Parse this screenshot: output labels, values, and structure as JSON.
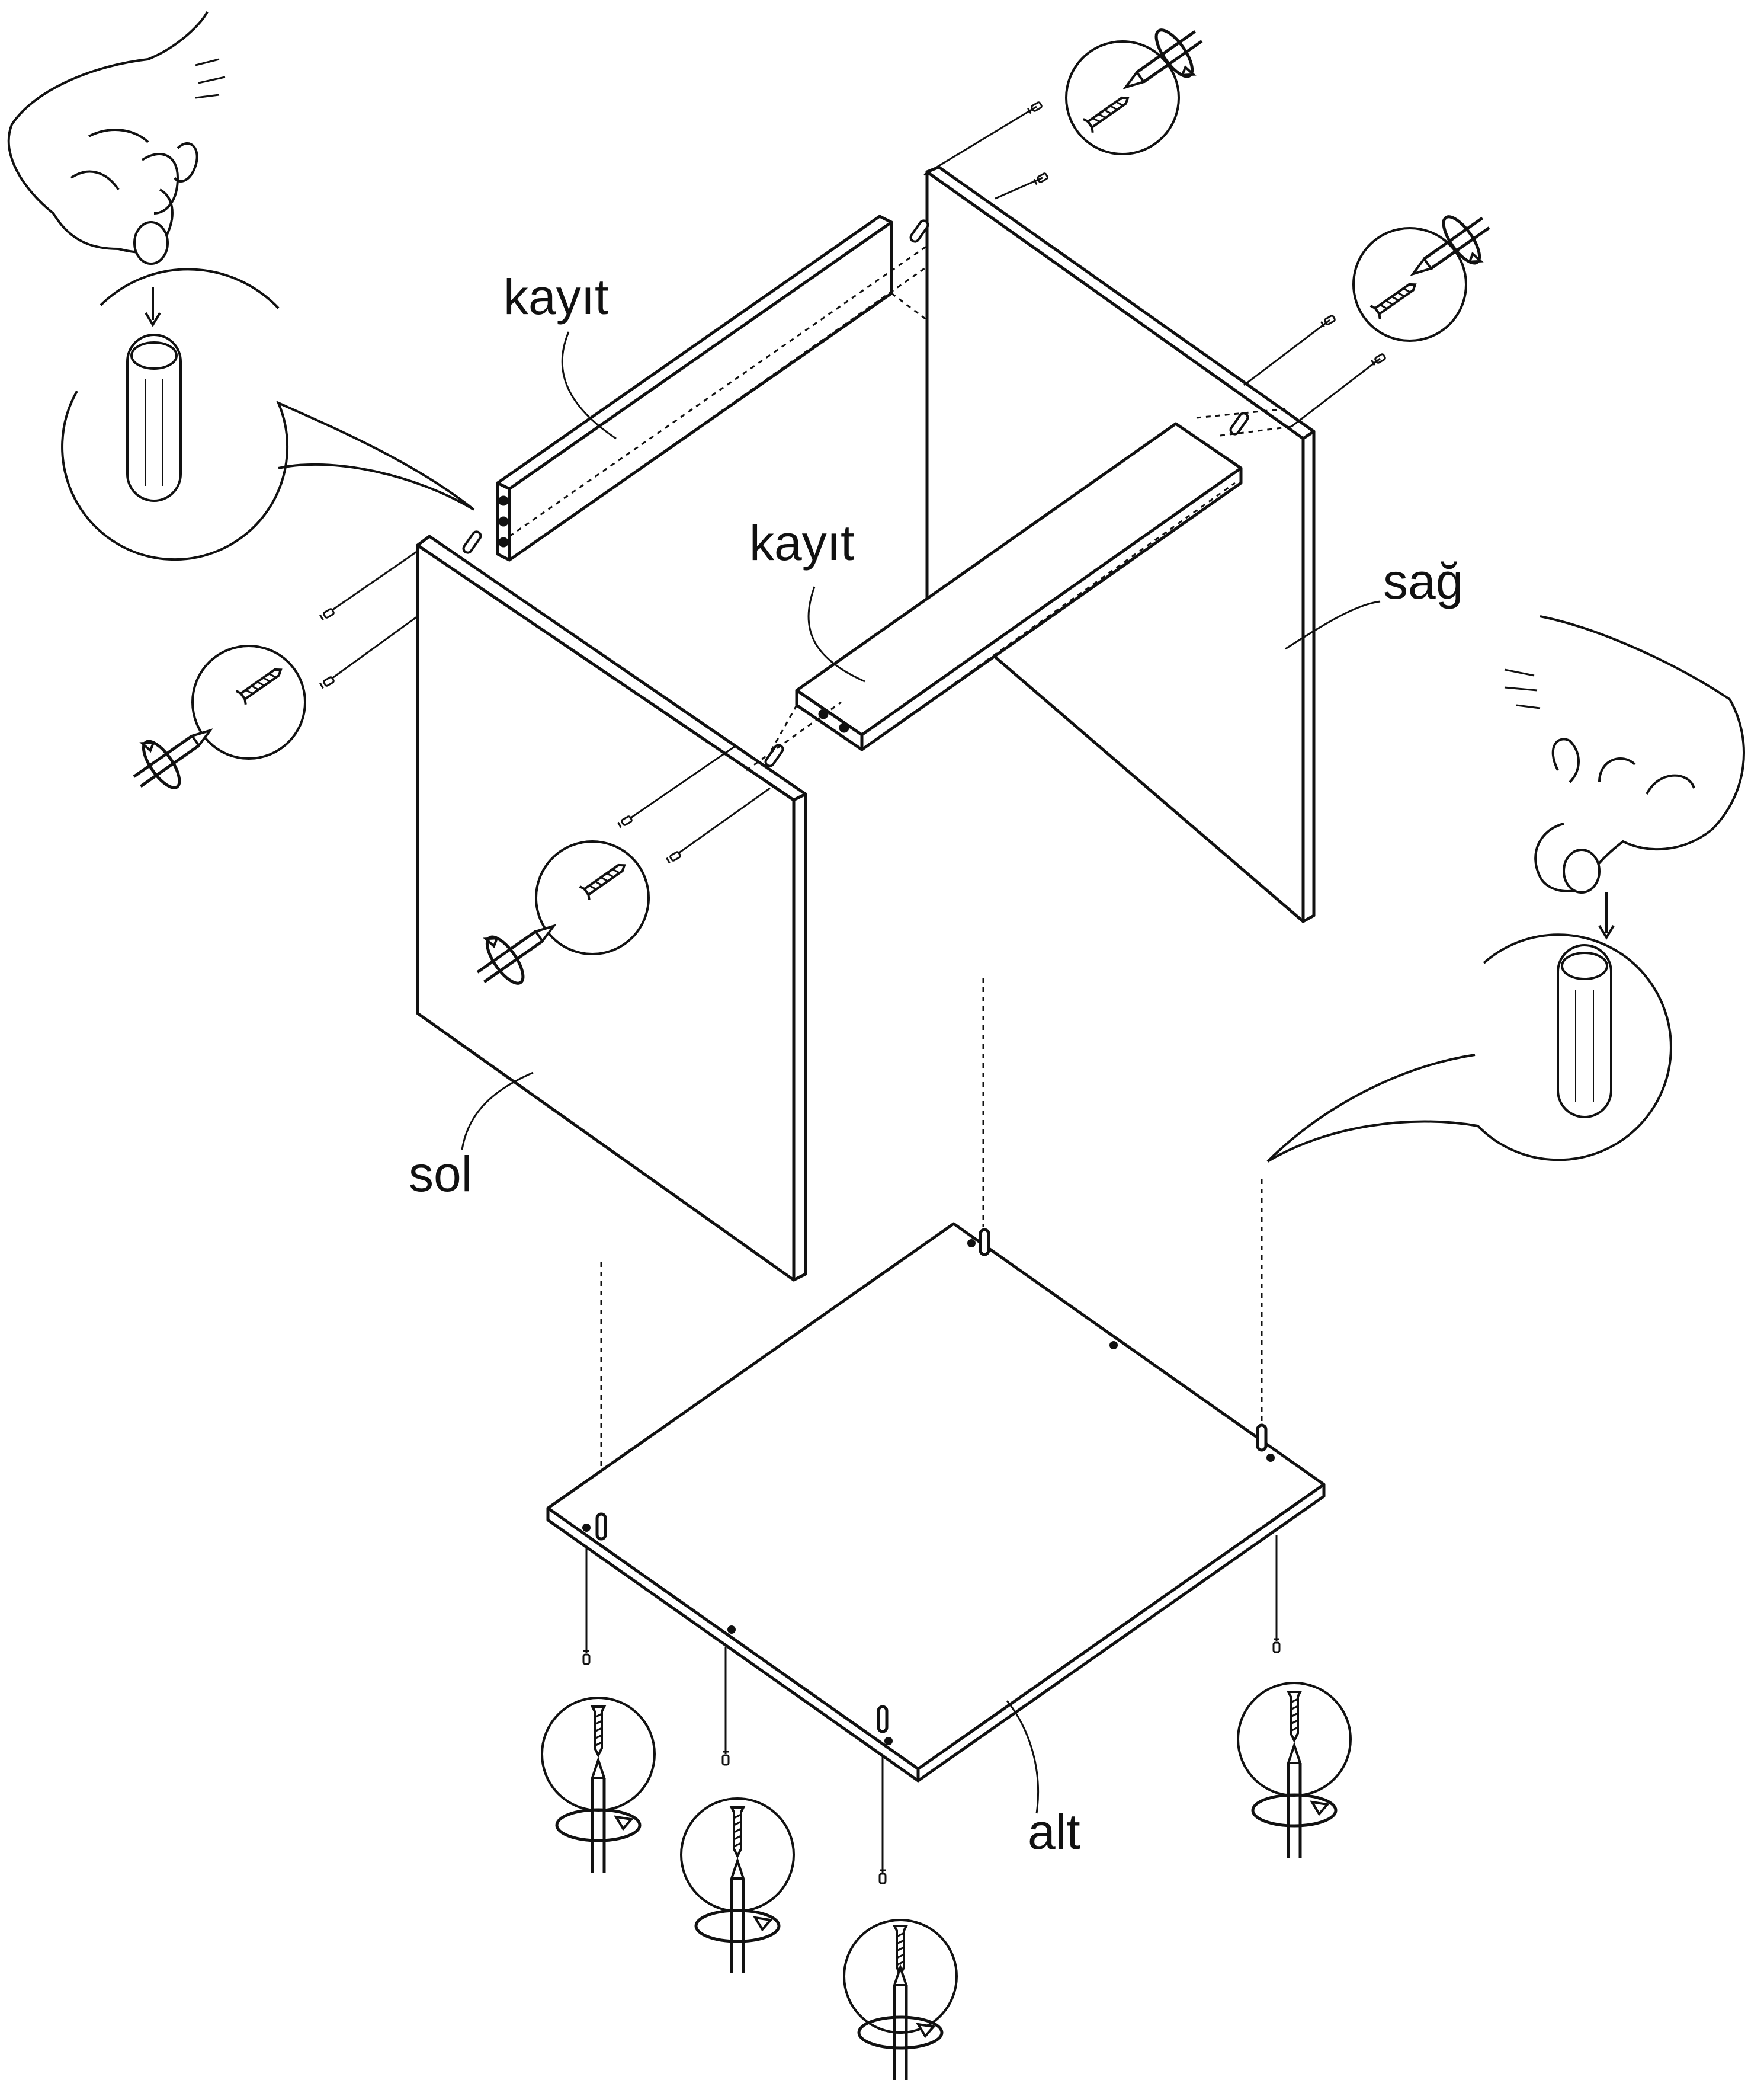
{
  "labels": {
    "top_rail": "kayıt",
    "front_rail": "kayıt",
    "right_panel": "sağ",
    "left_panel": "sol",
    "bottom_panel": "alt"
  },
  "colors": {
    "ink": "#111111",
    "paper": "#ffffff"
  },
  "icons": [
    "hand-inserting-dowel-icon",
    "wooden-dowel-icon",
    "screw-icon",
    "screwdriver-turning-icon"
  ]
}
